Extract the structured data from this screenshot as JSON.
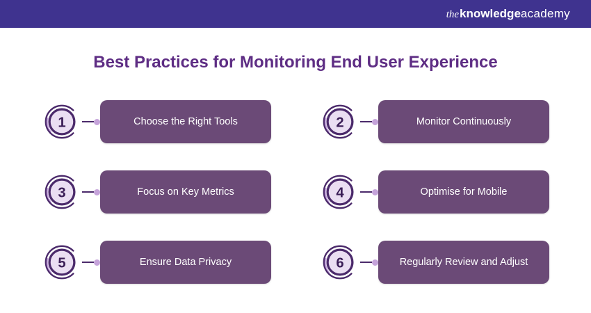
{
  "page": {
    "background": "#ffffff"
  },
  "header": {
    "bar_color": "#3f338f",
    "logo": {
      "the": "the",
      "knowledge": "knowledge",
      "academy": "academy"
    }
  },
  "title": "Best Practices for Monitoring End User Experience",
  "colors": {
    "title_text": "#5e2d84",
    "card_background": "#6b4a77",
    "card_text": "#ffffff",
    "badge_ring": "#4b2a6b",
    "badge_fill": "#eadef2",
    "badge_number": "#3a1d56",
    "connector_dot": "#c5a3da"
  },
  "items": [
    {
      "number": "1",
      "label": "Choose the Right Tools"
    },
    {
      "number": "2",
      "label": "Monitor Continuously"
    },
    {
      "number": "3",
      "label": "Focus on Key Metrics"
    },
    {
      "number": "4",
      "label": "Optimise for Mobile"
    },
    {
      "number": "5",
      "label": "Ensure Data Privacy"
    },
    {
      "number": "6",
      "label": "Regularly Review and Adjust"
    }
  ]
}
